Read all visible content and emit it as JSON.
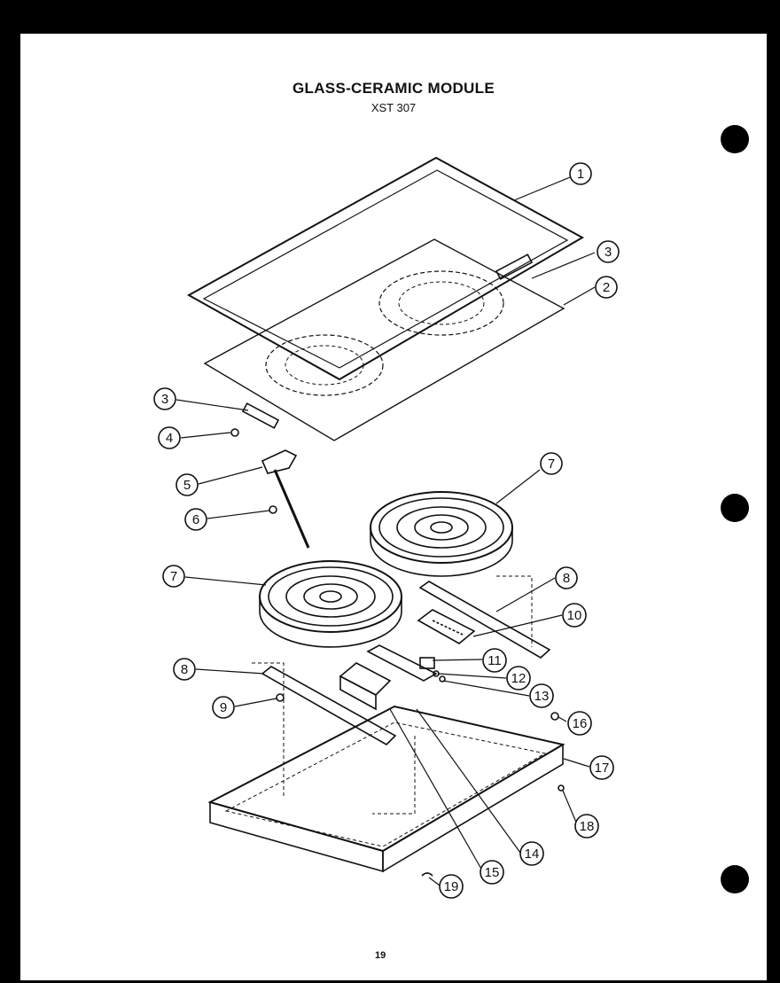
{
  "header": {
    "title": "GLASS-CERAMIC MODULE",
    "model": "XST 307"
  },
  "footer": {
    "page_number": "19"
  },
  "callouts": [
    "1",
    "3",
    "2",
    "3",
    "4",
    "5",
    "6",
    "7",
    "7",
    "8",
    "10",
    "11",
    "12",
    "13",
    "8",
    "9",
    "16",
    "17",
    "18",
    "14",
    "15",
    "19"
  ],
  "colors": {
    "ink": "#111111",
    "paper": "#ffffff",
    "background": "#000000"
  }
}
